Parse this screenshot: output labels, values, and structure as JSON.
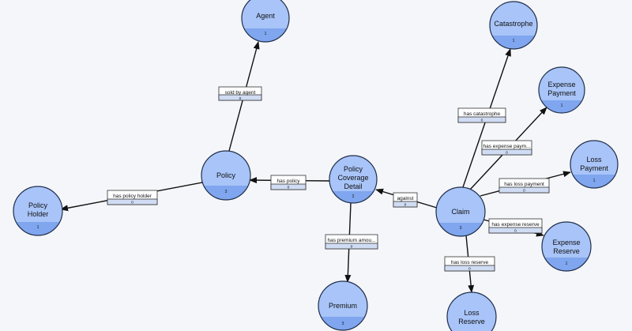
{
  "colors": {
    "background": "#f5f6fa",
    "node_fill": "#a8c4f8",
    "node_band": "#7fa6ee",
    "node_stroke": "#1f2e4a",
    "edge": "#111111",
    "label_bg": "#ffffff",
    "label_band": "#cfdcf3"
  },
  "nodes": [
    {
      "id": "agent",
      "lines": [
        "Agent"
      ],
      "count": "1"
    },
    {
      "id": "catastrophe",
      "lines": [
        "Catastrophe"
      ],
      "count": "1"
    },
    {
      "id": "expense_payment",
      "lines": [
        "Expense",
        "Payment"
      ],
      "count": "1"
    },
    {
      "id": "loss_payment",
      "lines": [
        "Loss",
        "Payment"
      ],
      "count": "1"
    },
    {
      "id": "policy",
      "lines": [
        "Policy"
      ],
      "count": "3"
    },
    {
      "id": "policy_coverage_detail",
      "lines": [
        "Policy",
        "Coverage",
        "Detail"
      ],
      "count": "2"
    },
    {
      "id": "claim",
      "lines": [
        "Claim"
      ],
      "count": "3"
    },
    {
      "id": "policy_holder",
      "lines": [
        "Policy",
        "Holder"
      ],
      "count": "1"
    },
    {
      "id": "expense_reserve",
      "lines": [
        "Expense",
        "Reserve"
      ],
      "count": "1"
    },
    {
      "id": "premium",
      "lines": [
        "Premium"
      ],
      "count": "3"
    },
    {
      "id": "loss_reserve",
      "lines": [
        "Loss",
        "Reserve"
      ],
      "count": ""
    }
  ],
  "edges": [
    {
      "id": "sold_by_agent",
      "from": "policy",
      "to": "agent",
      "label": "sold by agent",
      "count": "0"
    },
    {
      "id": "has_policy_holder",
      "from": "policy",
      "to": "policy_holder",
      "label": "has policy holder",
      "count": "0"
    },
    {
      "id": "has_policy",
      "from": "policy_coverage_detail",
      "to": "policy",
      "label": "has policy",
      "count": "0"
    },
    {
      "id": "against",
      "from": "claim",
      "to": "policy_coverage_detail",
      "label": "against",
      "count": "0"
    },
    {
      "id": "has_premium_amount",
      "from": "policy_coverage_detail",
      "to": "premium",
      "label": "has premium amou...",
      "count": "0"
    },
    {
      "id": "has_catastrophe",
      "from": "claim",
      "to": "catastrophe",
      "label": "has catastrophe",
      "count": "0"
    },
    {
      "id": "has_expense_payment",
      "from": "claim",
      "to": "expense_payment",
      "label": "has expense paym...",
      "count": "0"
    },
    {
      "id": "has_loss_payment",
      "from": "claim",
      "to": "loss_payment",
      "label": "has loss payment",
      "count": "0"
    },
    {
      "id": "has_expense_reserve",
      "from": "claim",
      "to": "expense_reserve",
      "label": "has expense reserve",
      "count": "0"
    },
    {
      "id": "has_loss_reserve",
      "from": "claim",
      "to": "loss_reserve",
      "label": "has loss reserve",
      "count": "0"
    }
  ]
}
